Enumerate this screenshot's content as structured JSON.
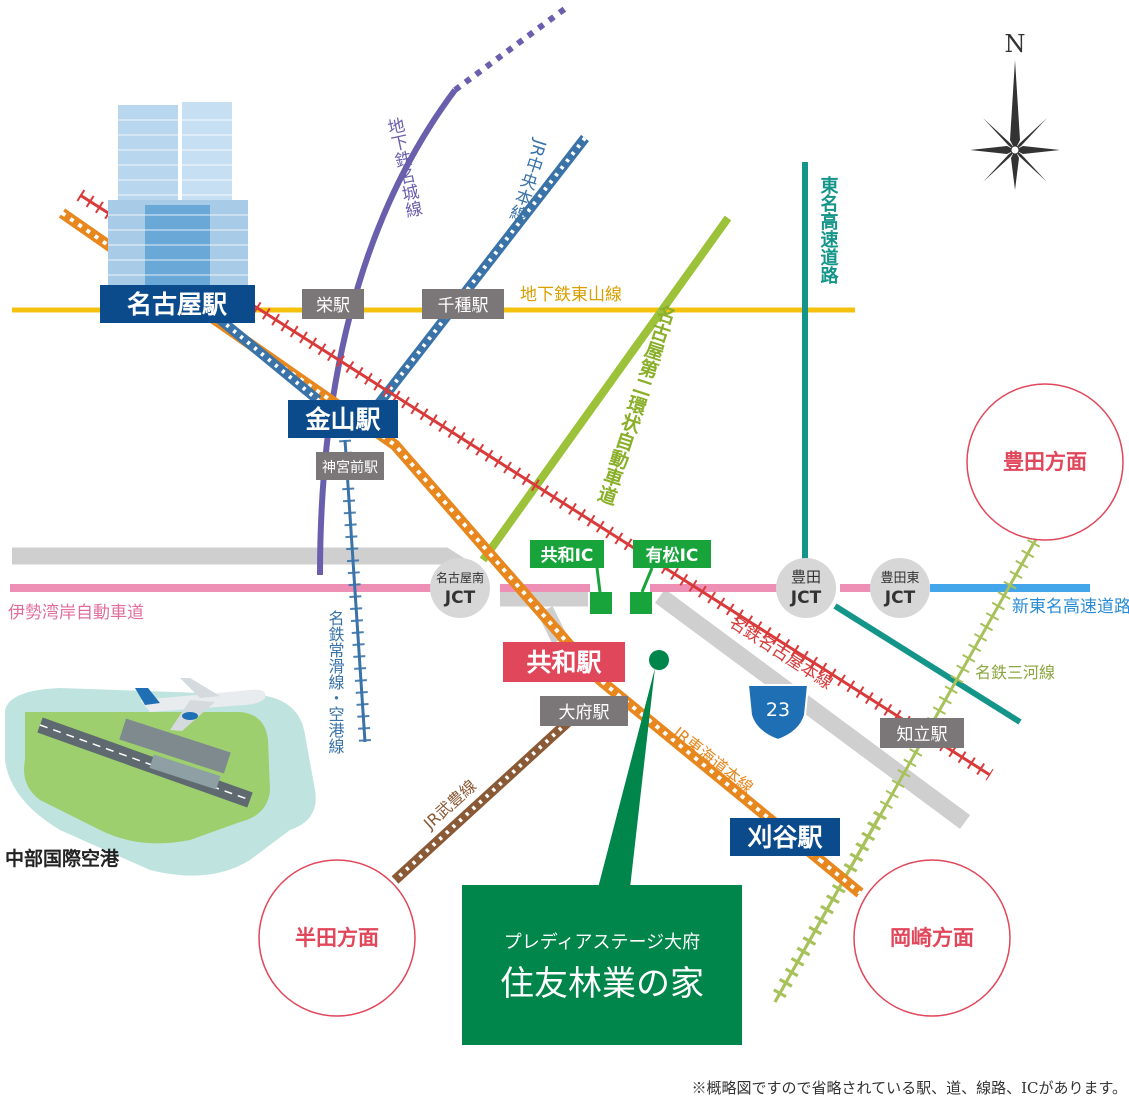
{
  "compass": {
    "north": "N"
  },
  "stations": {
    "nagoya": "名古屋駅",
    "kanayama": "金山駅",
    "sakae": "栄駅",
    "chikusa": "千種駅",
    "jingumae": "神宮前駅",
    "kyowa": "共和駅",
    "obu": "大府駅",
    "chiryu": "知立駅",
    "kariya": "刈谷駅"
  },
  "lines": {
    "meijo": "地下鉄名城線",
    "chuo": "JR中央本線",
    "higashiyama": "地下鉄東山線",
    "ring_expressway": "名古屋第二環状自動車道",
    "tomei": "東名高速道路",
    "isewan": "伊勢湾岸自動車道",
    "meitetsu_airport": "名鉄常滑線・空港線",
    "meitetsu_nagoya": "名鉄名古屋本線",
    "shin_tomei": "新東名高速道路",
    "mikawa": "名鉄三河線",
    "taketoyo": "JR武豊線",
    "tokaido": "JR東海道本線"
  },
  "junctions": {
    "nagoya_minami_top": "名古屋南",
    "nagoya_minami_bottom": "JCT",
    "toyota_top": "豊田",
    "toyota_bottom": "JCT",
    "toyota_higashi_top": "豊田東",
    "toyota_higashi_bottom": "JCT"
  },
  "interchanges": {
    "kyowa": "共和IC",
    "arimatsu": "有松IC"
  },
  "route_number": "23",
  "airport": "中部国際空港",
  "directions": {
    "toyota": "豊田方面",
    "handa": "半田方面",
    "okazaki": "岡崎方面"
  },
  "property": {
    "subtitle": "プレディアステージ大府",
    "title": "住友林業の家"
  },
  "footnote": "※概略図ですので省略されている駅、道、線路、ICがあります。",
  "colors": {
    "navy": "#0b4a8b",
    "gray_label": "#7b7778",
    "higashiyama": "#f4c20d",
    "meijo": "#6a5fad",
    "chuo": "#3a73a8",
    "ring_road": "#9cc23a",
    "tomei": "#149589",
    "isewan": "#ee8fb5",
    "shin_tomei": "#43a6ea",
    "jr_orange": "#e8871e",
    "meitetsu_red": "#d93a3a",
    "mikawa": "#a7c25a",
    "taketoyo": "#8a5a36",
    "highway_gray": "#cfcfcf",
    "ic_green": "#19a33b",
    "property_green": "#00854a",
    "direction_red": "#e0475a",
    "kyowa_red": "#e0475a"
  }
}
